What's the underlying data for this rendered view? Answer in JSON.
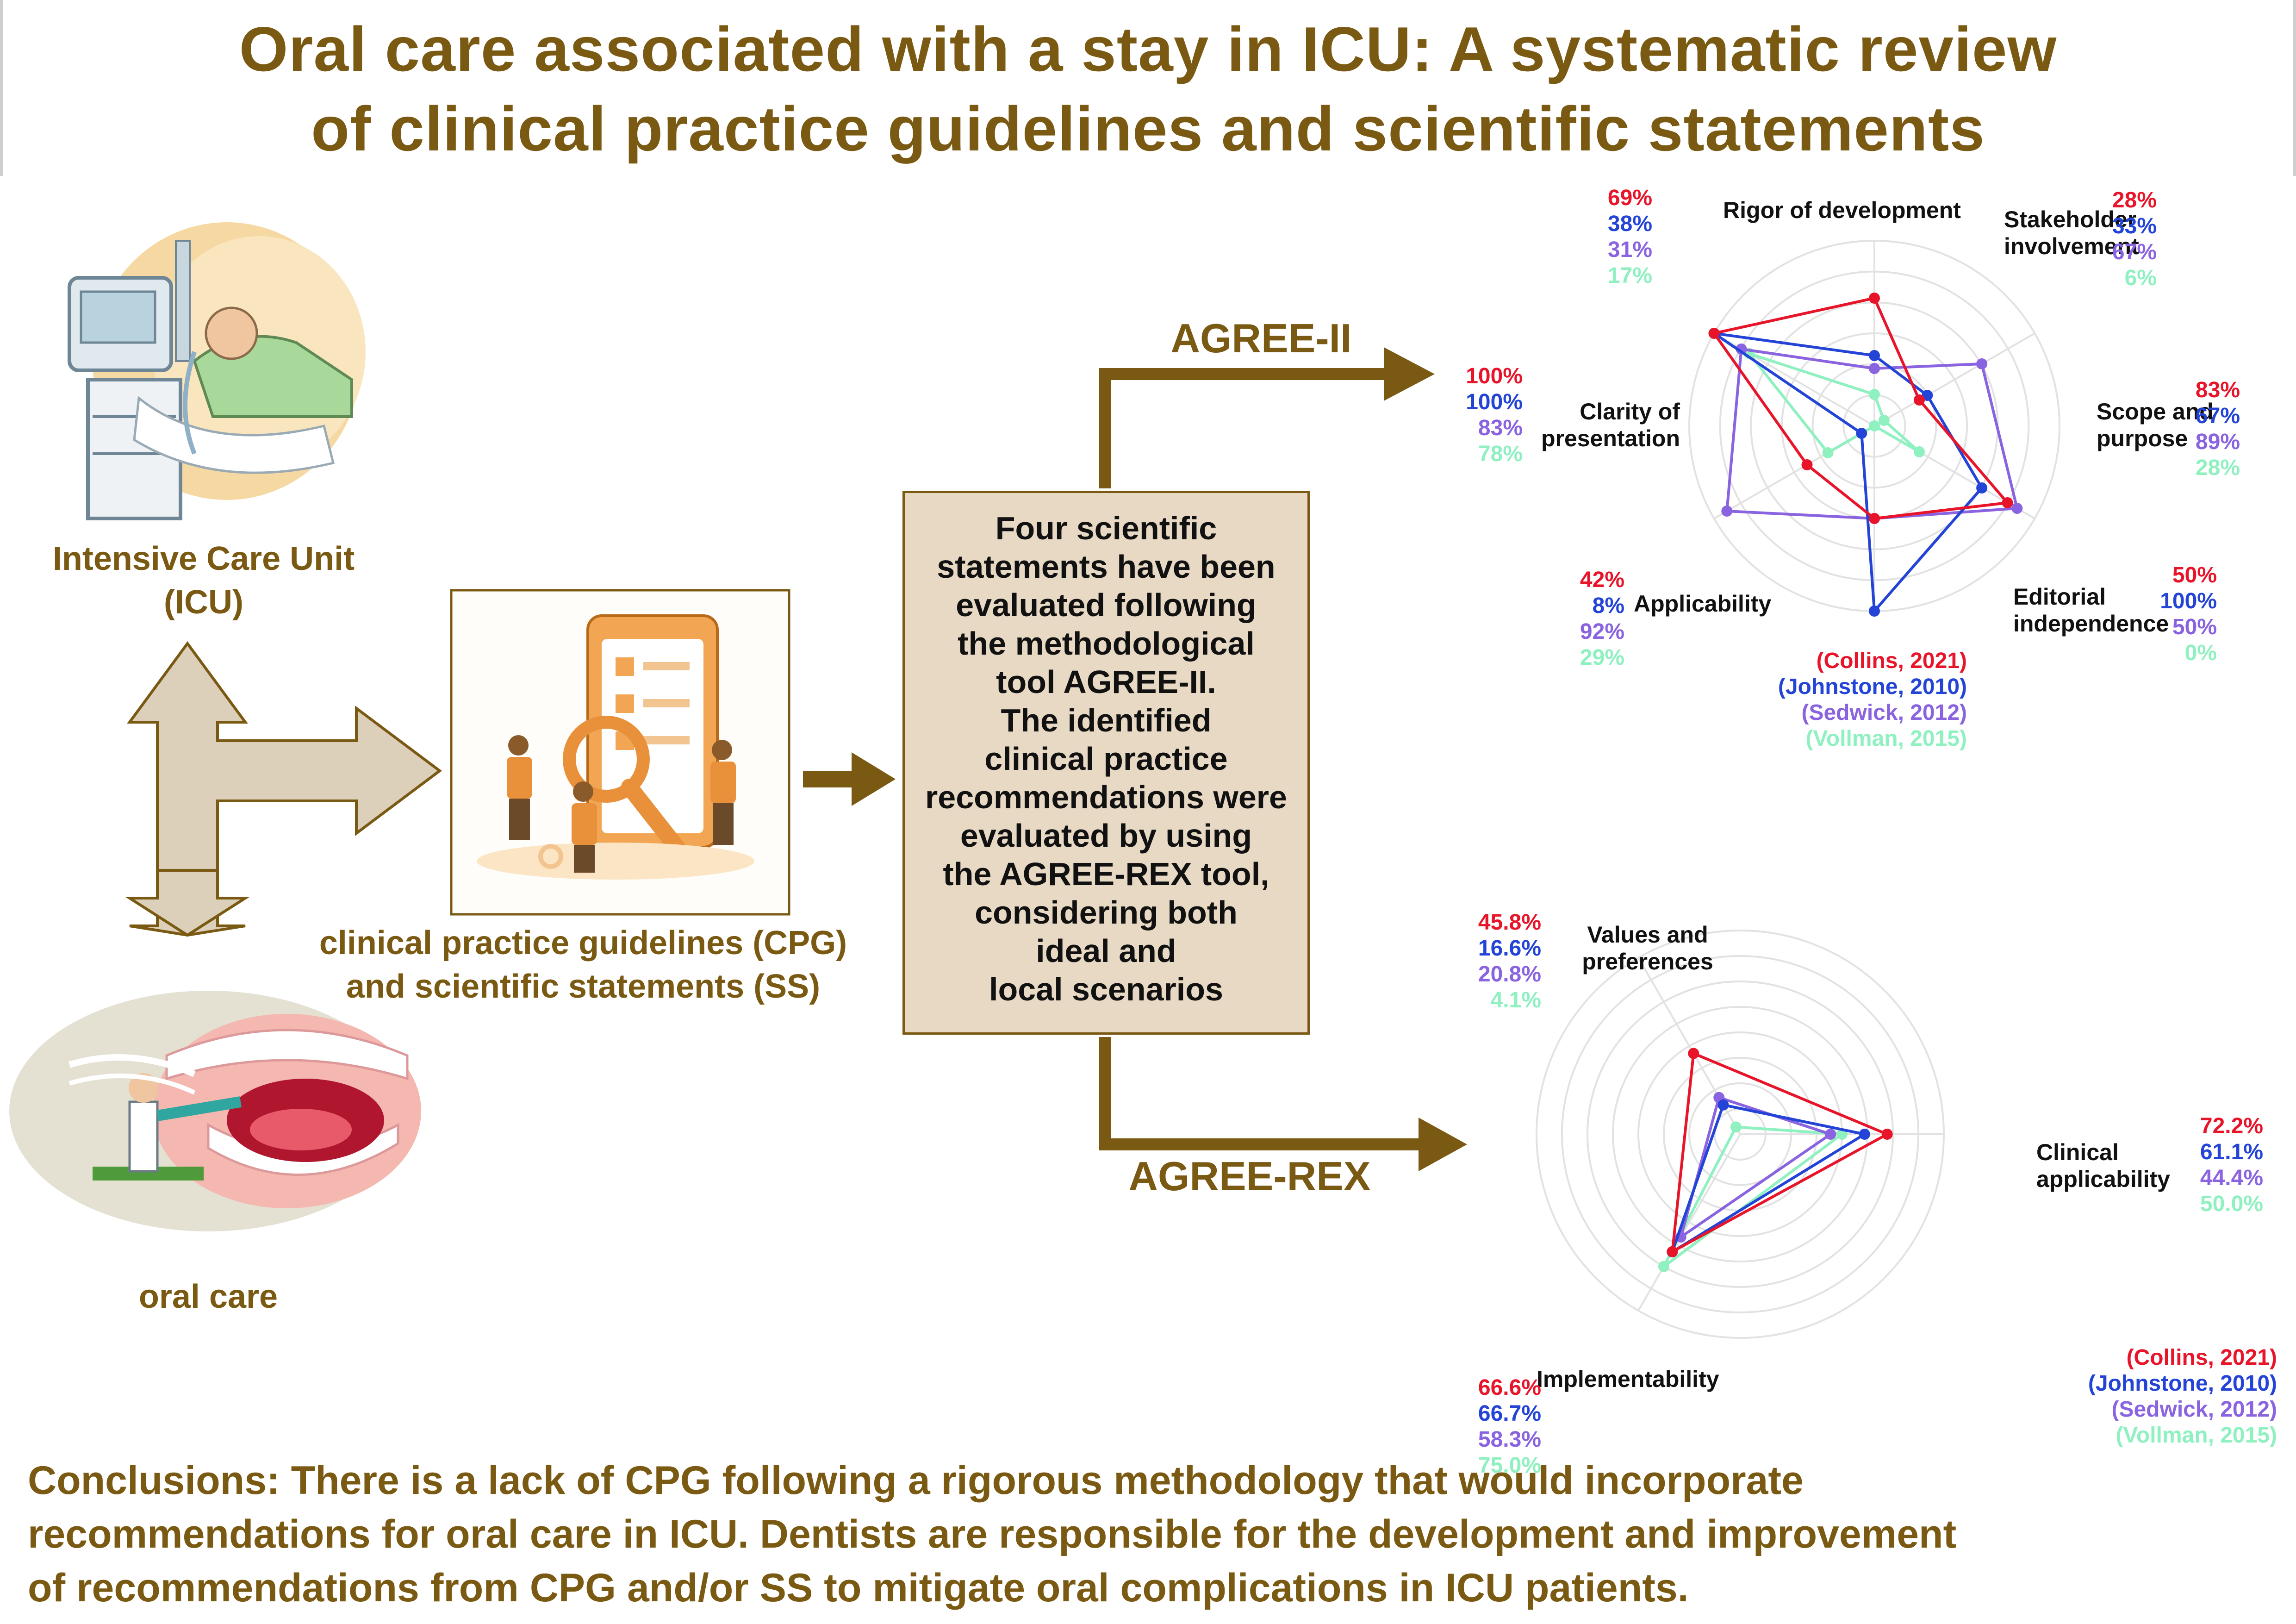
{
  "title": {
    "line1": "Oral care associated with a stay in ICU: A systematic review",
    "line2": "of clinical practice guidelines and scientific statements"
  },
  "left": {
    "icu_label_line1": "Intensive Care Unit",
    "icu_label_line2": "(ICU)",
    "oral_label": "oral care",
    "cpg_label_line1": "clinical practice guidelines (CPG)",
    "cpg_label_line2": "and scientific statements (SS)"
  },
  "center": {
    "lines": [
      "Four scientific",
      "statements have been",
      "evaluated following",
      "the methodological",
      "tool AGREE-II.",
      "The identified",
      "clinical practice",
      "recommendations were",
      "evaluated by using",
      "the AGREE-REX tool,",
      "considering both",
      "ideal and",
      "local scenarios"
    ]
  },
  "arrows": {
    "agree2_label": "AGREE-II",
    "agreerex_label": "AGREE-REX"
  },
  "colors": {
    "brown": "#7a5a12",
    "beige": "#e7d9c4",
    "arrow_fill": "#ddd0bb",
    "series": [
      "#e8152a",
      "#2344d6",
      "#8a63e0",
      "#8ff0c0"
    ]
  },
  "icons": [
    "icu-illustration",
    "checklist-magnifier-illustration",
    "oral-care-illustration",
    "double-arrow-icon",
    "right-arrow-icon"
  ],
  "chart_data": [
    {
      "type": "radar",
      "axes": [
        {
          "label": "Rigor of development",
          "values_text": [
            "69%",
            "38%",
            "31%",
            "17%"
          ]
        },
        {
          "label": "Stakeholder involvement",
          "values_text": [
            "28%",
            "33%",
            "67%",
            "6%"
          ]
        },
        {
          "label": "Scope and purpose",
          "values_text": [
            "83%",
            "67%",
            "89%",
            "28%"
          ]
        },
        {
          "label": "Editorial independence",
          "values_text": [
            "50%",
            "100%",
            "50%",
            "0%"
          ]
        },
        {
          "label": "Applicability",
          "values_text": [
            "42%",
            "8%",
            "92%",
            "29%"
          ]
        },
        {
          "label": "Clarity of presentation",
          "values_text": [
            "100%",
            "100%",
            "83%",
            "78%"
          ]
        }
      ],
      "series": [
        {
          "name": "(Collins, 2021)",
          "values": [
            69,
            28,
            83,
            50,
            42,
            100
          ]
        },
        {
          "name": "(Johnstone, 2010)",
          "values": [
            38,
            33,
            67,
            100,
            8,
            100
          ]
        },
        {
          "name": "(Sedwick, 2012)",
          "values": [
            31,
            67,
            89,
            50,
            92,
            83
          ]
        },
        {
          "name": "(Vollman, 2015)",
          "values": [
            17,
            6,
            28,
            0,
            29,
            78
          ]
        }
      ],
      "range": [
        0,
        100
      ],
      "rings": 6
    },
    {
      "type": "radar",
      "axes": [
        {
          "label": "Values and preferences",
          "values_text": [
            "45.8%",
            "16.6%",
            "20.8%",
            "4.1%"
          ]
        },
        {
          "label": "Clinical applicability",
          "values_text": [
            "72.2%",
            "61.1%",
            "44.4%",
            "50.0%"
          ]
        },
        {
          "label": "Implementability",
          "values_text": [
            "66.6%",
            "66.7%",
            "58.3%",
            "75.0%"
          ]
        }
      ],
      "series": [
        {
          "name": "(Collins, 2021)",
          "values": [
            45.8,
            72.2,
            66.6
          ]
        },
        {
          "name": "(Johnstone, 2010)",
          "values": [
            16.6,
            61.1,
            66.7
          ]
        },
        {
          "name": "(Sedwick, 2012)",
          "values": [
            20.8,
            44.4,
            58.3
          ]
        },
        {
          "name": "(Vollman, 2015)",
          "values": [
            4.1,
            50.0,
            75.0
          ]
        }
      ],
      "range": [
        0,
        100
      ],
      "rings": 8
    }
  ],
  "conclusion": {
    "line1": "Conclusions: There is a lack of CPG following a rigorous methodology that would incorporate",
    "line2": "recommendations for oral care in ICU. Dentists are responsible for the development and improvement",
    "line3": "of recommendations from CPG and/or SS to mitigate oral complications in ICU patients."
  }
}
